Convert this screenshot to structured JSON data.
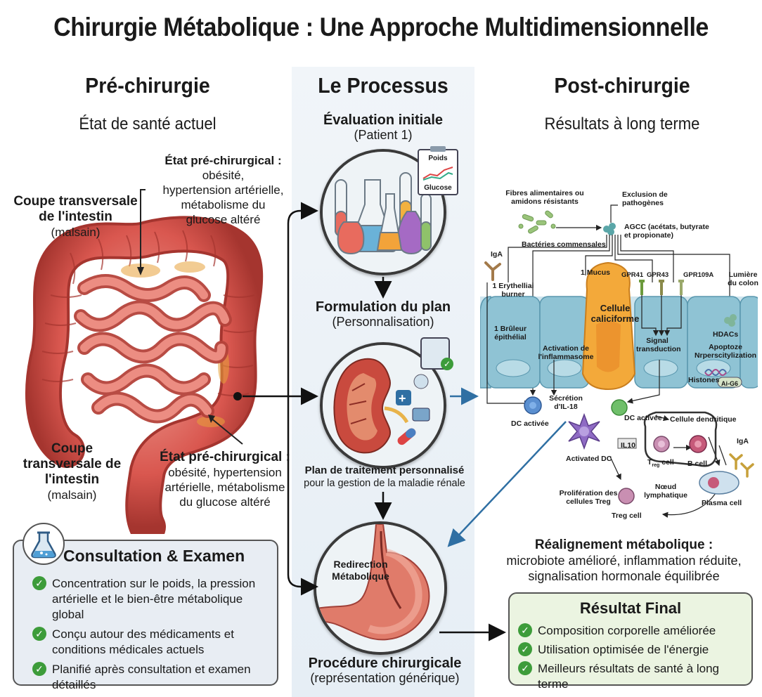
{
  "title": "Chirurgie Métabolique : Une Approche Multidimensionnelle",
  "columns": {
    "pre": {
      "heading": "Pré-chirurgie",
      "subheading": "État de santé actuel"
    },
    "process": {
      "heading": "Le Processus"
    },
    "post": {
      "heading": "Post-chirurgie",
      "subheading": "Résultats à long terme"
    }
  },
  "pre": {
    "state_top": {
      "title": "État pré-chirurgical :",
      "lines": [
        "obésité,",
        "hypertension artérielle,",
        "métabolisme du",
        "glucose altéré"
      ]
    },
    "section_top": {
      "title_lines": [
        "Coupe transversale",
        "de l'intestin"
      ],
      "sub": "(malsain)"
    },
    "section_bottom": {
      "title_lines": [
        "Coupe",
        "transversale de",
        "l'intestin"
      ],
      "sub": "(malsain)"
    },
    "state_bottom": {
      "title": "État pré-chirurgical :",
      "lines": [
        "obésité, hypertension",
        "artérielle, métabolisme",
        "du glucose altéré"
      ]
    }
  },
  "consult": {
    "title": "Consultation & Examen",
    "items": [
      [
        "Concentration sur le poids, la pression",
        "artérielle et le bien-être métabolique global"
      ],
      [
        "Conçu autour des médicaments et",
        "conditions médicales actuels"
      ],
      [
        "Planifié après consultation et examen",
        "détaillés"
      ]
    ]
  },
  "process": {
    "step1": {
      "title": "Évaluation initiale",
      "sub": "(Patient 1)",
      "chart_labels": [
        "Poids",
        "Glucose"
      ]
    },
    "step2": {
      "title": "Formulation du plan",
      "sub": "(Personnalisation)"
    },
    "plan": {
      "title": "Plan de traitement personnalisé",
      "sub": "pour la gestion de la maladie rénale"
    },
    "stomach_label": [
      "Redirection",
      "Métabolique"
    ],
    "step3": {
      "title": "Procédure chirurgicale",
      "sub": "(représentation générique)"
    }
  },
  "diagram": {
    "fibres": [
      "Fibres alimentaires ou",
      "amidons résistants"
    ],
    "exclusion": [
      "Exclusion de",
      "pathogènes"
    ],
    "agcc": [
      "AGCC (acétats, butyrate",
      "et propionate)"
    ],
    "bacteries": "Bactéries commensales",
    "iga_top": "IgA",
    "erythelliai": [
      "1 Erythelliai",
      "burner"
    ],
    "mucus": "1 Mucus",
    "gpr41": "GPR41",
    "gpr43": "GPR43",
    "gpr109a": "GPR109A",
    "lumiere": [
      "Lumière",
      "du colon"
    ],
    "cellule_caliciforme": [
      "Cellule",
      "caliciforme"
    ],
    "bruleur": [
      "1 Brûleur",
      "épithélial"
    ],
    "activation": [
      "Activation de",
      "l'inflammasome"
    ],
    "signal": [
      "Signal",
      "transduction"
    ],
    "hdacs": "HDACs",
    "apoptoze": [
      "Apoptoze",
      "Nrperscitylization"
    ],
    "histones": "Histones",
    "ai_g6": "Ai-G6",
    "secretion": [
      "Sécrétion",
      "d'IL-18"
    ],
    "dc_activee_left": "DC activée",
    "dc_activee_right": "DC activée",
    "cellule_dendritique": "Cellule dendritique",
    "activated_dc": "Activated DC",
    "il10": "IL10",
    "treg_cell_label": "T",
    "treg_sub": "reg",
    "treg_suffix": " cell",
    "b_cell": "B cell",
    "iga_bottom": "IgA",
    "proliferation": [
      "Prolifération des",
      "cellules Treg"
    ],
    "noeud": [
      "Nœud",
      "lymphatique"
    ],
    "plasma_cell": "Plasma cell",
    "treg_cell": "Treg cell"
  },
  "realignment": {
    "title": "Réalignement métabolique :",
    "lines": [
      "microbiote amélioré, inflammation réduite,",
      "signalisation hormonale équilibrée"
    ]
  },
  "result": {
    "title": "Résultat Final",
    "items": [
      "Composition corporelle améliorée",
      "Utilisation optimisée de l'énergie",
      "Meilleurs résultats de santé à long terme"
    ]
  },
  "colors": {
    "intestine": "#d9574f",
    "process_panel": "#e9f0f6",
    "epithelium": "#8fc3d4",
    "goblet": "#f0a030",
    "consult_box": "#e8edf3",
    "result_box": "#ebf4e1",
    "check": "#3d9c3a",
    "arrow_blue": "#2f6fa3"
  }
}
